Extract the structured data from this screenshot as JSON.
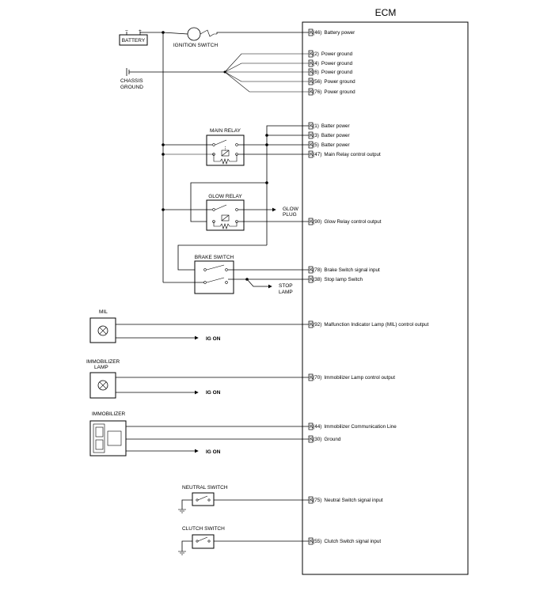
{
  "ecm": {
    "title": "ECM",
    "pins": [
      {
        "id": "K(46)",
        "label": "Battery power"
      },
      {
        "id": "K(2)",
        "label": "Power ground"
      },
      {
        "id": "K(4)",
        "label": "Power ground"
      },
      {
        "id": "K(6)",
        "label": "Power ground"
      },
      {
        "id": "K(56)",
        "label": "Power ground"
      },
      {
        "id": "K(76)",
        "label": "Power ground"
      },
      {
        "id": "K(1)",
        "label": "Batter power"
      },
      {
        "id": "K(3)",
        "label": "Batter power"
      },
      {
        "id": "K(5)",
        "label": "Batter power"
      },
      {
        "id": "K(47)",
        "label": "Main Relay control output"
      },
      {
        "id": "K(90)",
        "label": "Glow Relay control output"
      },
      {
        "id": "K(78)",
        "label": "Brake Switch signal input"
      },
      {
        "id": "K(38)",
        "label": "Stop lamp Switch"
      },
      {
        "id": "K(92)",
        "label": "Malfunction Indicator Lamp (MIL) control output"
      },
      {
        "id": "K(70)",
        "label": "Immobilizer Lamp control output"
      },
      {
        "id": "K(44)",
        "label": "Immobilizer Communication Line"
      },
      {
        "id": "K(30)",
        "label": "Ground"
      },
      {
        "id": "K(75)",
        "label": "Neutral Switch signal input"
      },
      {
        "id": "K(55)",
        "label": "Clutch Switch signal input"
      }
    ]
  },
  "components": {
    "battery": "BATTERY",
    "battery_minus": "−",
    "battery_plus": "+",
    "ignition_switch": "IGNITION SWITCH",
    "chassis_ground_line1": "CHASSIS",
    "chassis_ground_line2": "GROUND",
    "main_relay": "MAIN RELAY",
    "glow_relay": "GLOW RELAY",
    "glow_plug_line1": "GLOW",
    "glow_plug_line2": "PLUG",
    "brake_switch": "BRAKE SWITCH",
    "stop_lamp_line1": "STOP",
    "stop_lamp_line2": "LAMP",
    "mil": "MIL",
    "immobilizer_lamp_line1": "IMMOBILIZER",
    "immobilizer_lamp_line2": "LAMP",
    "immobilizer": "IMMOBILIZER",
    "neutral_switch": "NEUTRAL SWITCH",
    "clutch_switch": "CLUTCH SWITCH",
    "ig_on": "IG ON"
  }
}
